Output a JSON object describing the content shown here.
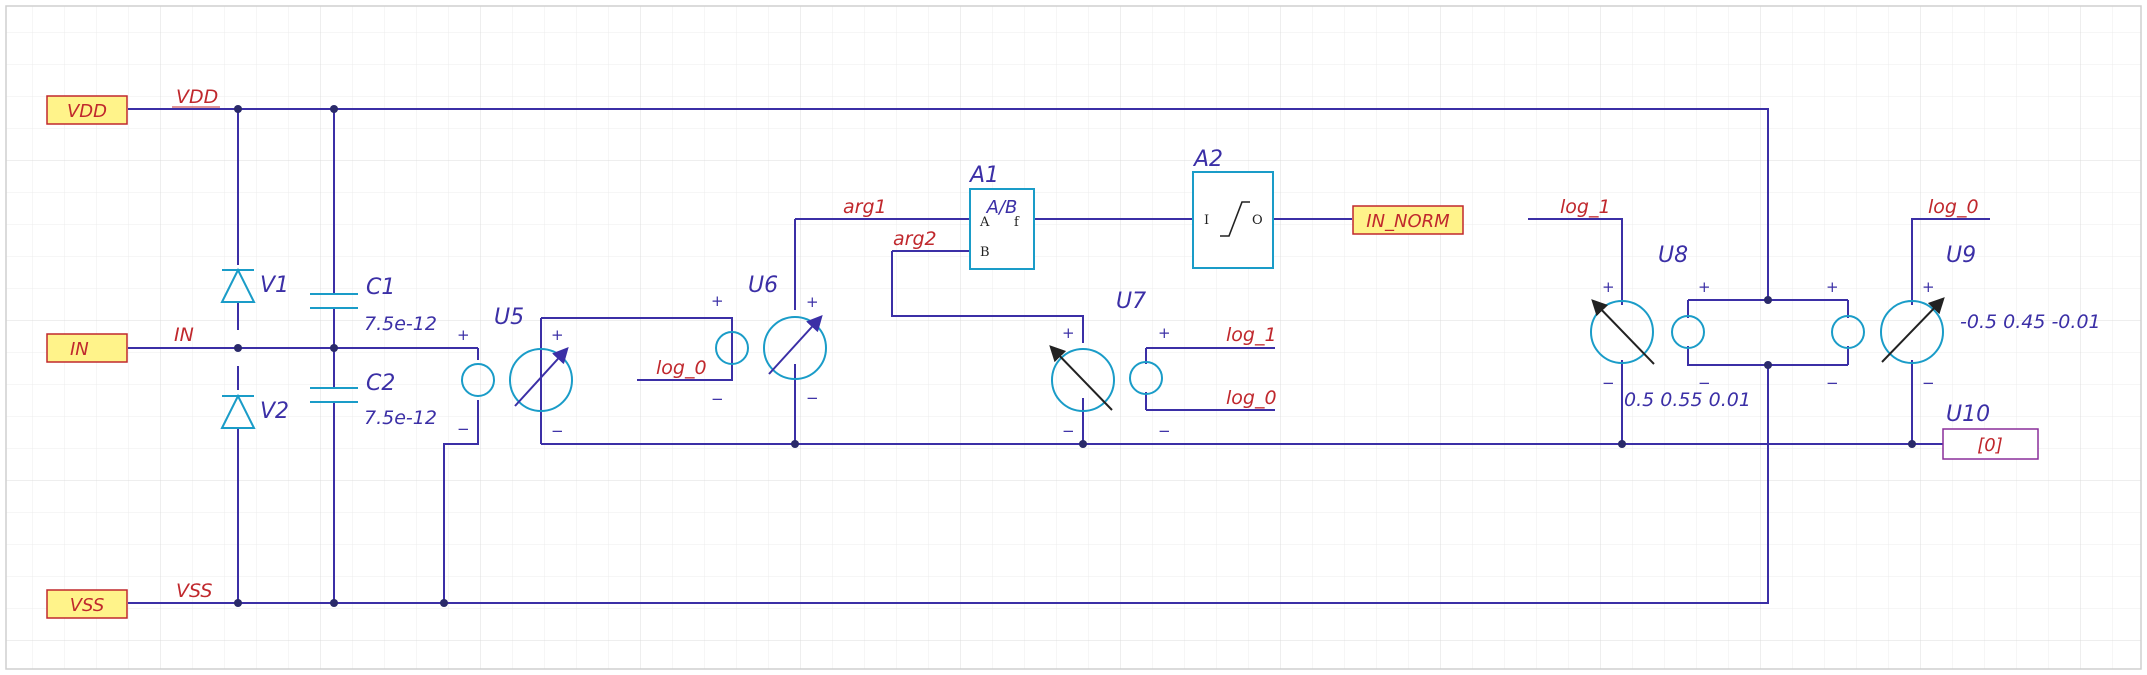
{
  "colors": {
    "wire": "#3b2fa6",
    "component": "#1a9cc8",
    "netlabel": "#c0282d",
    "designator": "#3b2fa6",
    "port_fill": "#fff38a",
    "port_stroke": "#c0282d",
    "grid": "#e6e6e6"
  },
  "ports": {
    "vdd": "VDD",
    "in": "IN",
    "vss": "VSS",
    "in_norm": "IN_NORM",
    "u10_out": "[0]"
  },
  "net_labels": {
    "vdd": "VDD",
    "in": "IN",
    "vss": "VSS",
    "arg1": "arg1",
    "arg2": "arg2",
    "u7_log1": "log_1",
    "u7_log0": "log_0",
    "u5_log0": "log_0",
    "u8_log1": "log_1",
    "u9_log0": "log_0"
  },
  "components": {
    "v1": {
      "designator": "V1",
      "icon": "diode-icon"
    },
    "v2": {
      "designator": "V2",
      "icon": "diode-icon"
    },
    "c1": {
      "designator": "C1",
      "value": "7.5e-12",
      "icon": "capacitor-icon"
    },
    "c2": {
      "designator": "C2",
      "value": "7.5e-12",
      "icon": "capacitor-icon"
    },
    "u5": {
      "designator": "U5",
      "icon": "variable-source-icon"
    },
    "u6": {
      "designator": "U6",
      "icon": "variable-source-icon"
    },
    "u7": {
      "designator": "U7",
      "icon": "variable-source-icon"
    },
    "u8": {
      "designator": "U8",
      "params": "0.5 0.55 0.01",
      "icon": "variable-source-icon"
    },
    "u9": {
      "designator": "U9",
      "params": "-0.5 0.45 -0.01",
      "icon": "variable-source-icon"
    },
    "u10": {
      "designator": "U10"
    },
    "a1": {
      "designator": "A1",
      "func": "A/B",
      "pin_a": "A",
      "pin_b": "B",
      "pin_out": "f"
    },
    "a2": {
      "designator": "A2",
      "pin_in": "I",
      "pin_out": "O",
      "icon": "limiter-icon"
    }
  },
  "pin_signs": {
    "plus": "+",
    "minus": "−"
  }
}
